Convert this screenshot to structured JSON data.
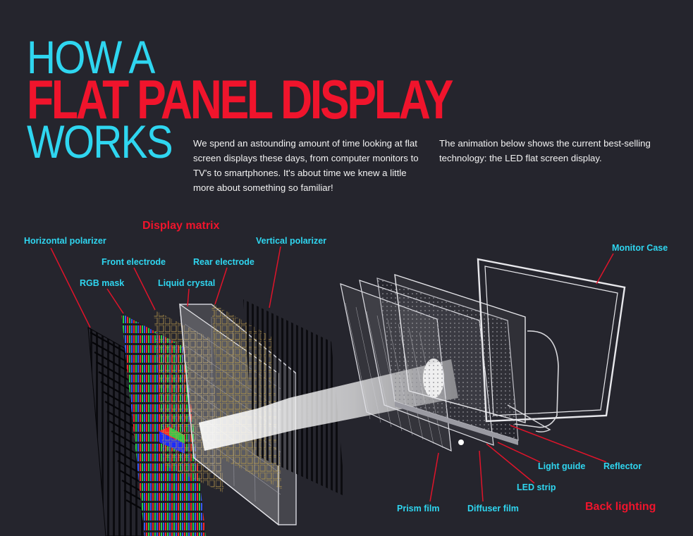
{
  "title": {
    "line1": "HOW A",
    "line2": "FLAT PANEL DISPLAY",
    "line3": "WORKS"
  },
  "intro": {
    "paragraph1": "We spend an astounding amount of time looking at flat screen displays these days, from computer monitors to TV's to smartphones. It's about time we knew a little more about something so familiar!",
    "paragraph2": "The animation below shows the current best-selling technology: the LED flat screen display."
  },
  "groups": {
    "display_matrix": "Display matrix",
    "back_lighting": "Back lighting"
  },
  "labels": {
    "horizontal_polarizer": "Horizontal polarizer",
    "front_electrode": "Front electrode",
    "rear_electrode": "Rear electrode",
    "vertical_polarizer": "Vertical polarizer",
    "rgb_mask": "RGB mask",
    "liquid_crystal": "Liquid crystal",
    "monitor_case": "Monitor Case",
    "light_guide": "Light guide",
    "reflector": "Reflector",
    "led_strip": "LED strip",
    "prism_film": "Prism film",
    "diffuser_film": "Diffuser film"
  },
  "colors": {
    "background": "#25252d",
    "accent_cyan": "#2fd6f0",
    "accent_red": "#f0142c",
    "leader_line": "#e0142a"
  }
}
